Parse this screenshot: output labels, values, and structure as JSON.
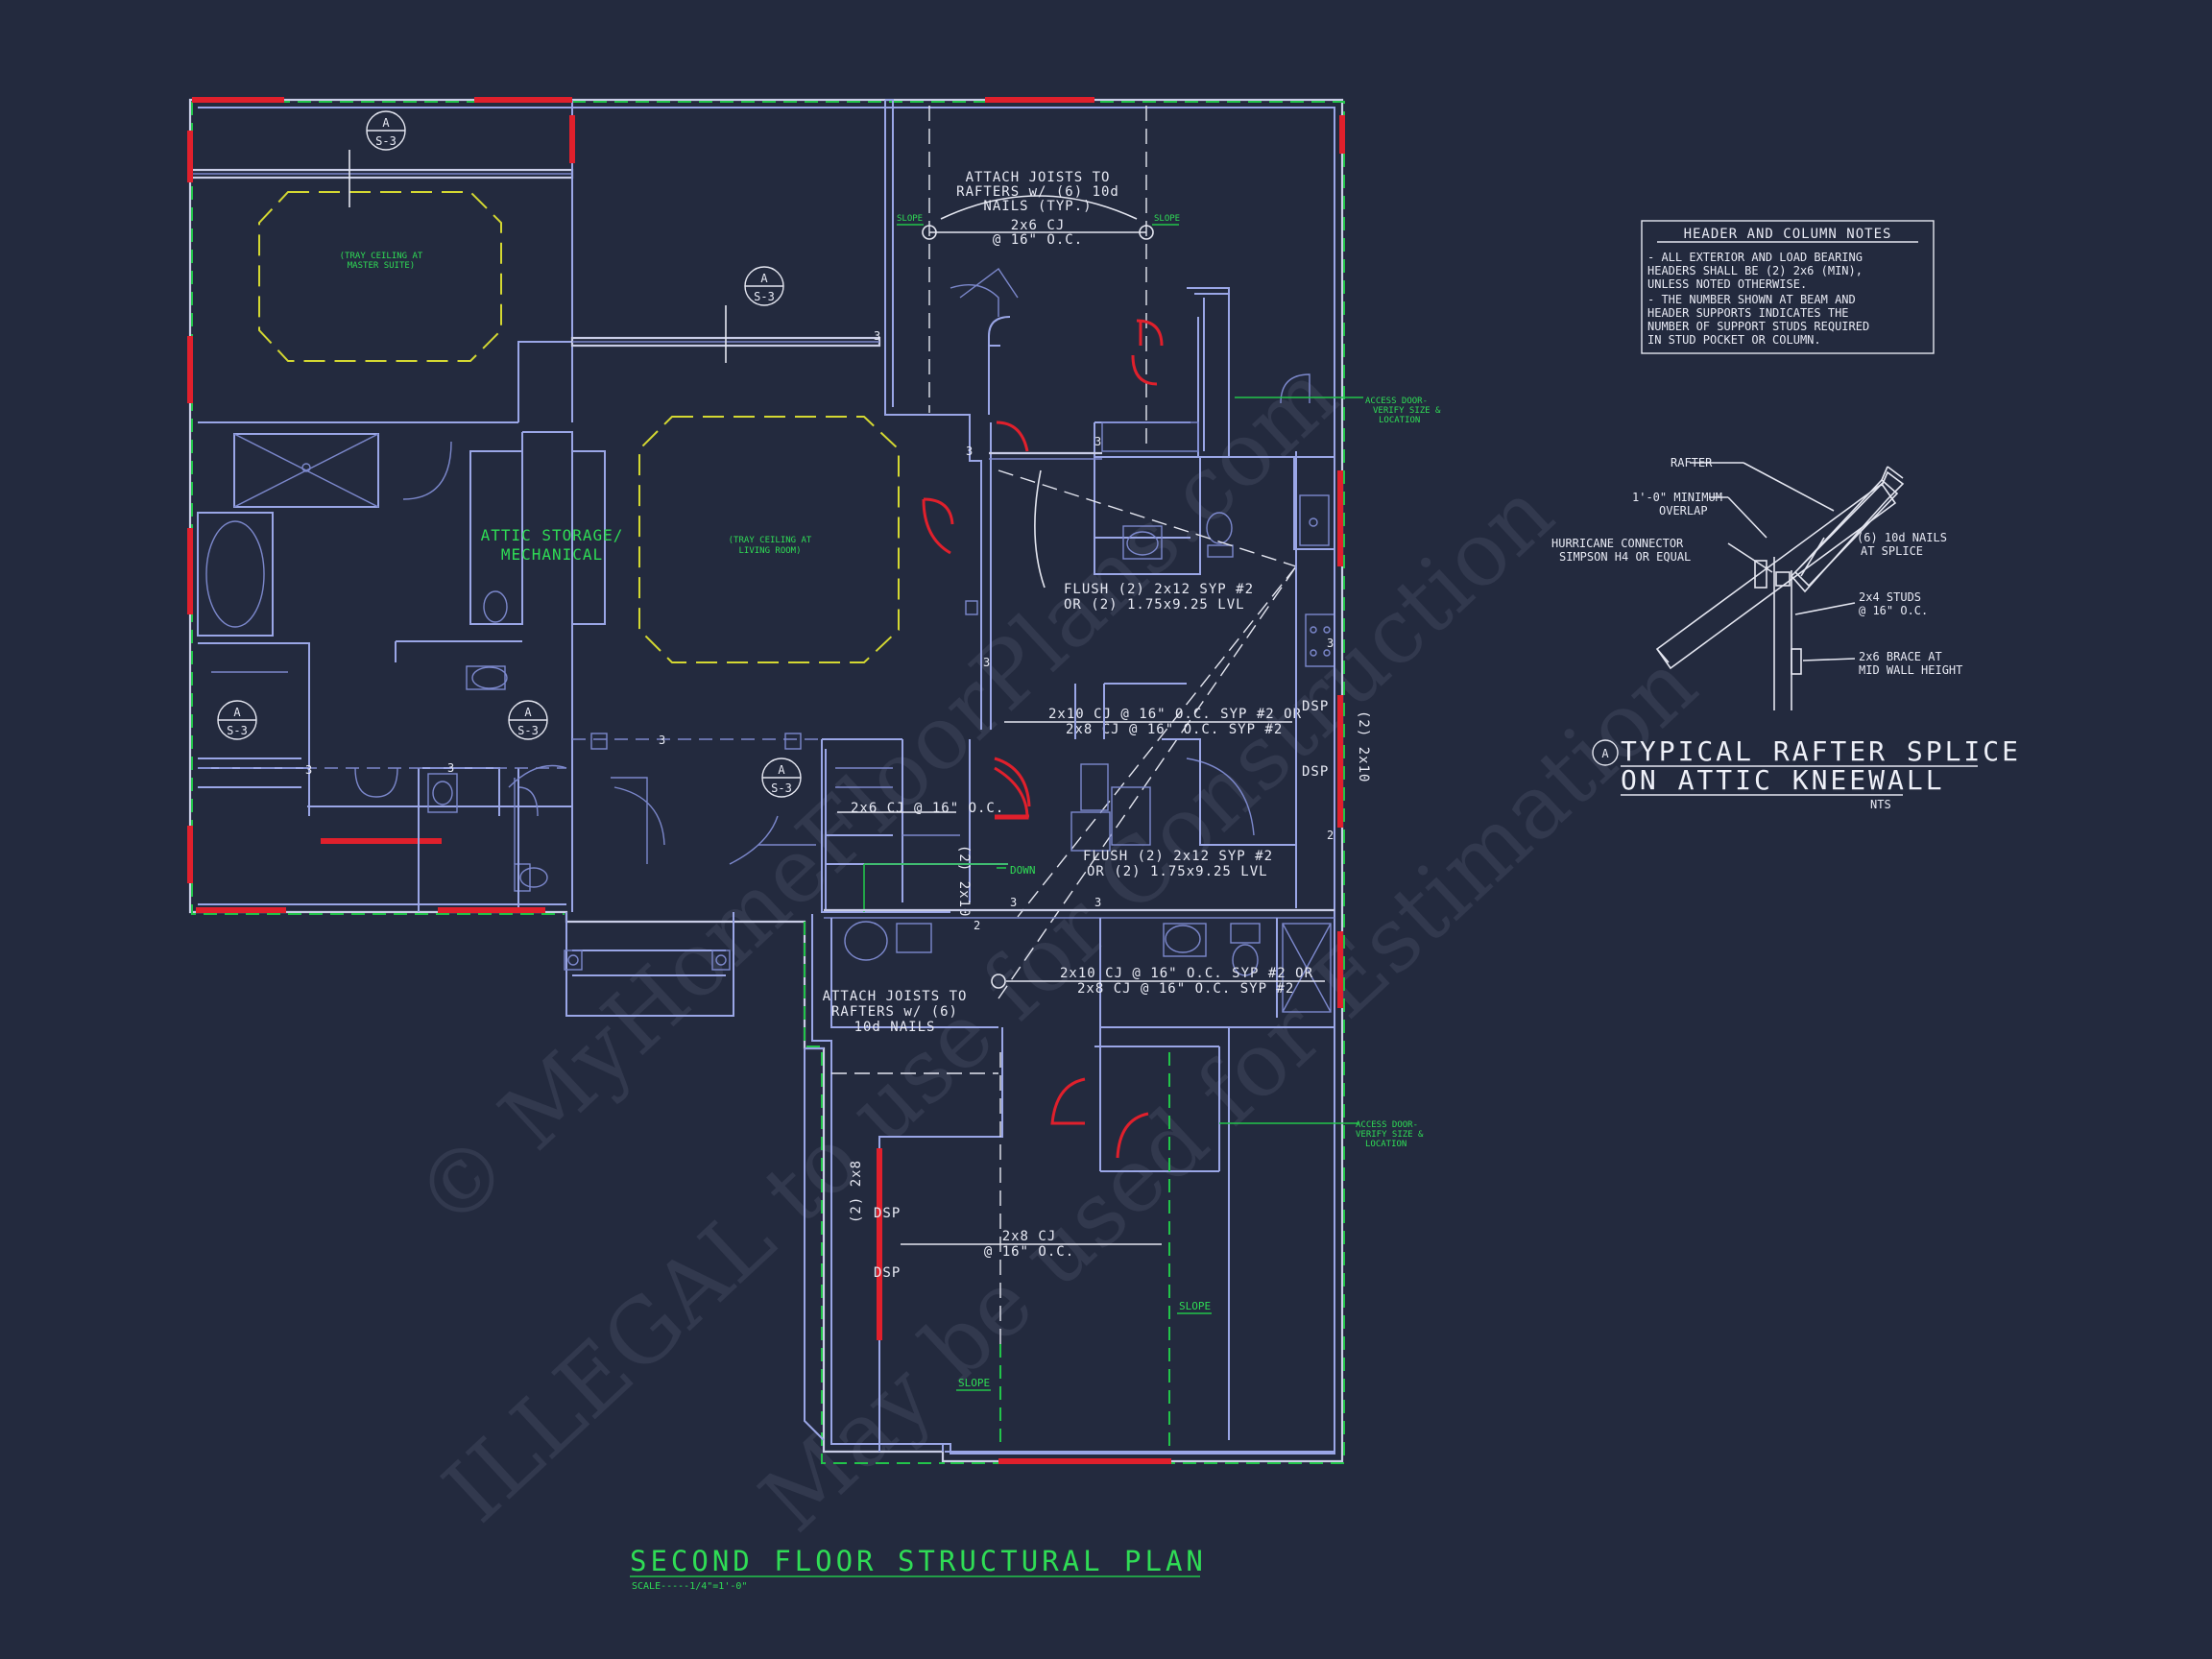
{
  "watermark": {
    "line1": "© MyHomeFloorPlans.com",
    "line2": "ILLEGAL to use for Construction",
    "line3": "May be used for Estimation"
  },
  "titles": {
    "main": "SECOND FLOOR STRUCTURAL PLAN",
    "scale": "SCALE-----1/4\"=1'-0\""
  },
  "header_notes": {
    "title": "HEADER AND COLUMN NOTES",
    "lines": [
      "- ALL EXTERIOR AND LOAD BEARING",
      "HEADERS SHALL BE (2) 2x6 (MIN),",
      "UNLESS NOTED OTHERWISE.",
      "- THE NUMBER SHOWN AT BEAM AND",
      "HEADER SUPPORTS INDICATES THE",
      "NUMBER OF SUPPORT STUDS REQUIRED",
      "IN STUD POCKET OR COLUMN."
    ]
  },
  "detail": {
    "title_line1": "TYPICAL RAFTER SPLICE",
    "title_line2": "ON ATTIC KNEEWALL",
    "scale": "NTS",
    "tag_letter": "A",
    "labels": {
      "rafter": "RAFTER",
      "overlap_1": "1'-0\" MINIMUM",
      "overlap_2": "OVERLAP",
      "hurricane_1": "HURRICANE CONNECTOR",
      "hurricane_2": "SIMPSON H4 OR EQUAL",
      "nails_1": "(6) 10d NAILS",
      "nails_2": "AT SPLICE",
      "studs_1": "2x4 STUDS",
      "studs_2": "@ 16\" O.C.",
      "brace_1": "2x6 BRACE AT",
      "brace_2": "MID WALL HEIGHT"
    }
  },
  "section_tag": {
    "letter": "A",
    "sheet": "S-3"
  },
  "plan": {
    "tray_master_1": "(TRAY CEILING AT",
    "tray_master_2": "MASTER SUITE)",
    "tray_living_1": "(TRAY CEILING AT",
    "tray_living_2": "LIVING ROOM)",
    "attic_1": "ATTIC STORAGE/",
    "attic_2": "MECHANICAL",
    "attach_top_1": "ATTACH JOISTS TO",
    "attach_top_2": "RAFTERS w/ (6) 10d",
    "attach_top_3": "NAILS (TYP.)",
    "cj_top_1": "2x6 CJ",
    "cj_top_2": "@ 16\" O.C.",
    "slope": "SLOPE",
    "access_1": "ACCESS DOOR-",
    "access_2": "VERIFY SIZE &",
    "access_3": "LOCATION",
    "flush1_1": "FLUSH (2) 2x12 SYP #2",
    "flush1_2": "OR (2) 1.75x9.25 LVL",
    "cj_mid_1": "2x10 CJ @ 16\" O.C. SYP #2 OR",
    "cj_mid_2": "2x8 CJ @ 16\" O.C. SYP #2",
    "dsp": "DSP",
    "beam_2x10": "(2) 2x10",
    "cj_stair": "2x6 CJ @ 16\" O.C.",
    "down": "DOWN",
    "flush2_1": "FLUSH (2) 2x12 SYP #2",
    "flush2_2": "OR (2) 1.75x9.25 LVL",
    "attach_bot_1": "ATTACH JOISTS TO",
    "attach_bot_2": "RAFTERS w/ (6)",
    "attach_bot_3": "10d NAILS",
    "cj_low_1": "2x10 CJ @ 16\" O.C. SYP #2 OR",
    "cj_low_2": "2x8 CJ @ 16\" O.C. SYP #2",
    "beam_2x8": "(2) 2x8",
    "cj_garage_1": "2x8 CJ",
    "cj_garage_2": "@ 16\" O.C.",
    "studs": [
      "3",
      "2"
    ]
  }
}
